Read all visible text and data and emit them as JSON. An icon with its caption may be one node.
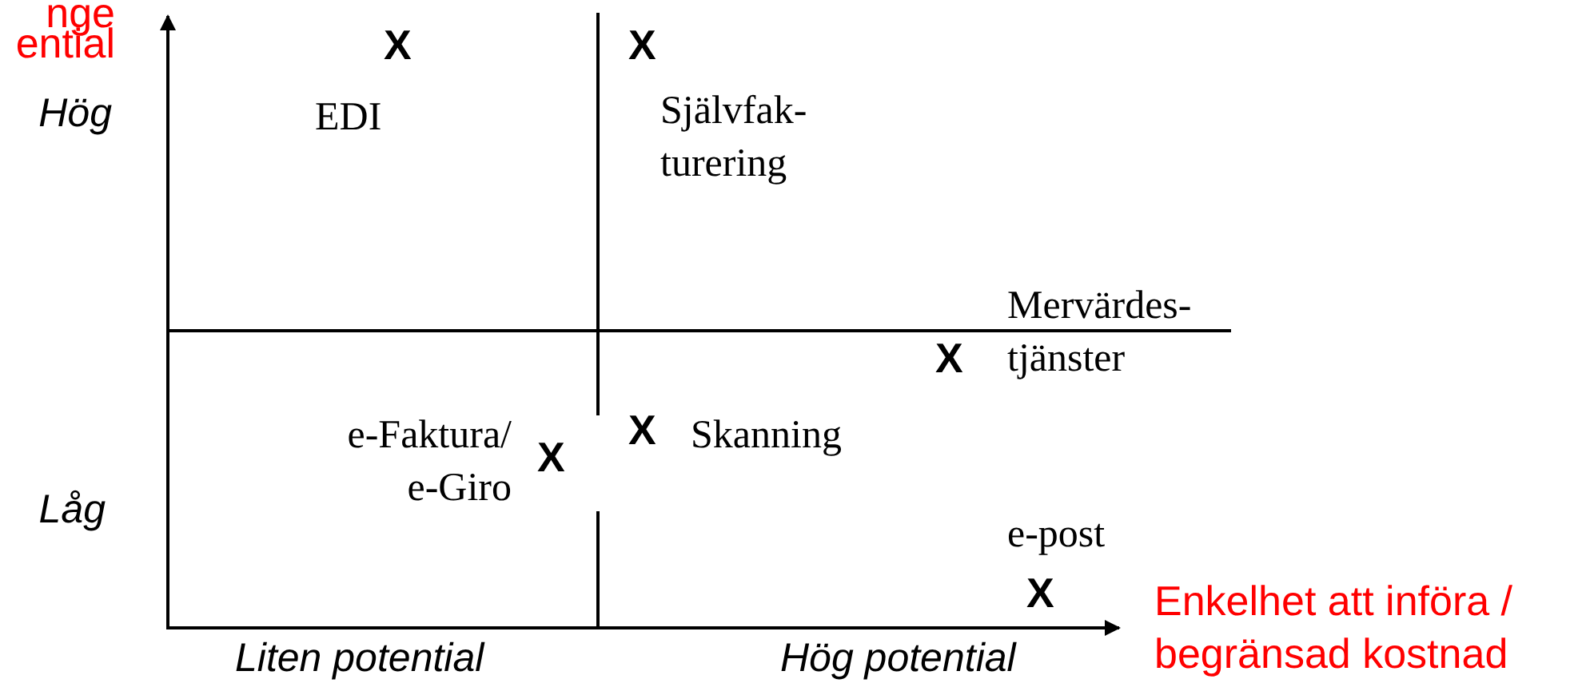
{
  "diagram": {
    "labels": [
      "nge",
      "ential",
      "X",
      "X",
      "Hög",
      "EDI",
      "Självfak- turering",
      "Mervärdes- tjänster",
      "X",
      "e-Faktura/ e-Giro",
      "X",
      "X",
      "Skanning",
      "Låg",
      "e-post",
      "X",
      "Enkelhet att införa / begränsad kostnad",
      "Liten potential",
      "Hög potential"
    ]
  }
}
